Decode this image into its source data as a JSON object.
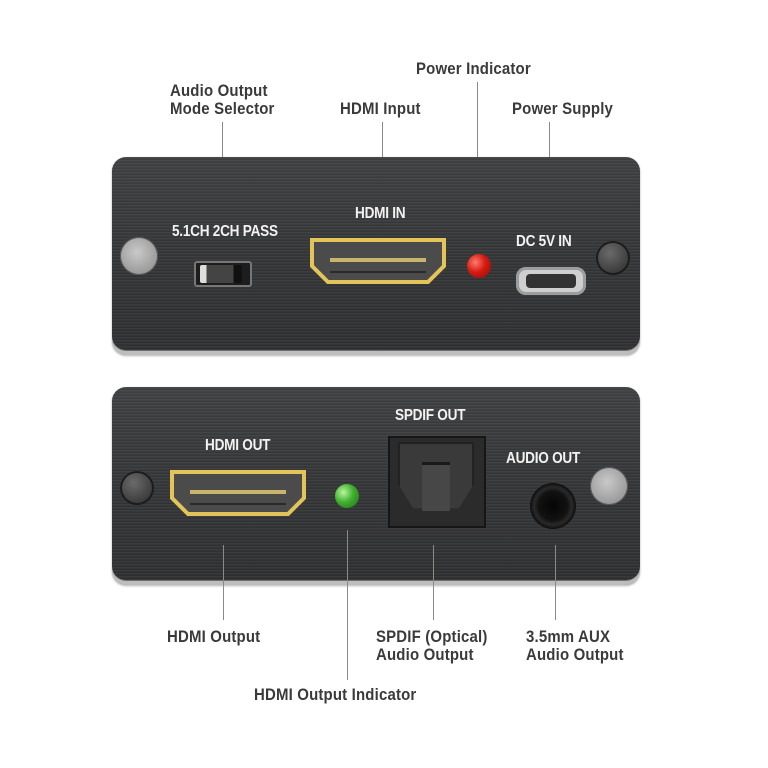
{
  "callouts_top": {
    "audio_mode_selector": [
      "Audio Output",
      "Mode Selector"
    ],
    "hdmi_input": "HDMI Input",
    "power_indicator": "Power Indicator",
    "power_supply": "Power Supply"
  },
  "panel_input": {
    "switch_label": "5.1CH  2CH PASS",
    "hdmi_label": "HDMI IN",
    "dc_label": "DC 5V IN",
    "power_led_color": "#d61a12"
  },
  "panel_output": {
    "hdmi_label": "HDMI OUT",
    "spdif_label": "SPDIF OUT",
    "audio_label": "AUDIO OUT",
    "hdmi_led_color": "#3fb12e"
  },
  "callouts_bottom": {
    "hdmi_output": "HDMI Output",
    "hdmi_output_indicator": "HDMI Output Indicator",
    "spdif_output": [
      "SPDIF (Optical)",
      "Audio Output"
    ],
    "aux_output": [
      "3.5mm AUX",
      "Audio Output"
    ]
  },
  "colors": {
    "panel": "#36373a",
    "connector_gold": "#e3c45a",
    "label_text": "#3a3a3a"
  }
}
